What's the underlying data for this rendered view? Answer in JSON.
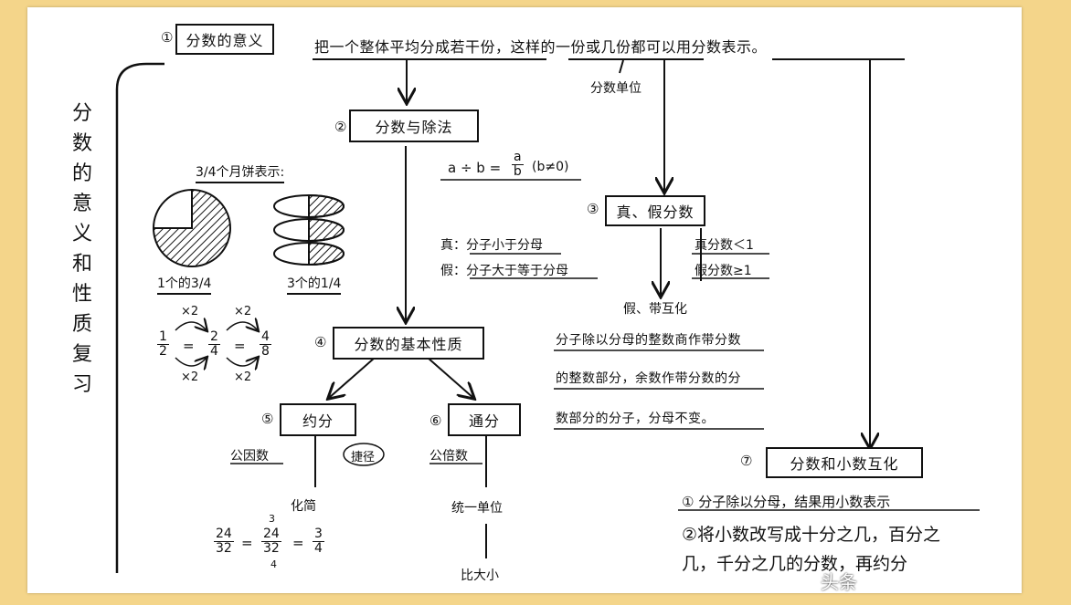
{
  "title_vertical": [
    "分",
    "数",
    "的",
    "意",
    "义",
    "和",
    "性",
    "质",
    "复",
    "习"
  ],
  "section1": {
    "num": "①",
    "label": "分数的意义",
    "definition": "把一个整体平均分成若干份，这样的一份或几份都可以用分数表示。",
    "unit_note": "分数单位"
  },
  "section2": {
    "num": "②",
    "label": "分数与除法",
    "formula": "a ÷ b = ",
    "formula_num": "a",
    "formula_den": "b",
    "formula_cond": "(b≠0)"
  },
  "mooncake": {
    "heading": "3/4个月饼表示:",
    "caption1": "1个的3/4",
    "caption2": "3个的1/4"
  },
  "equiv": {
    "f1_num": "1",
    "f1_den": "2",
    "f2_num": "2",
    "f2_den": "4",
    "f3_num": "4",
    "f3_den": "8",
    "eq": "=",
    "times_top1": "×2",
    "times_top2": "×2",
    "times_bot1": "×2",
    "times_bot2": "×2"
  },
  "section3": {
    "num": "③",
    "label": "真、假分数",
    "proper_def": "真：分子小于分母",
    "improper_def": "假：分子大于等于分母",
    "proper_rule": "真分数＜1",
    "improper_rule": "假分数≥1",
    "mixed_title": "假、带互化",
    "mixed_text": [
      "分子除以分母的整数商作带分数",
      "的整数部分，余数作带分数的分",
      "数部分的分子，分母不变。"
    ]
  },
  "section4": {
    "num": "④",
    "label": "分数的基本性质"
  },
  "section5": {
    "num": "⑤",
    "label": "约分",
    "gcd": "公因数",
    "shortcut": "捷径",
    "simplify": "化简",
    "ex_num": "24",
    "ex_den": "32",
    "ex_eq": "=",
    "ex_num2": "24",
    "ex_den2": "32",
    "ex_top": "3",
    "ex_bottom": "4",
    "ex_res_num": "3",
    "ex_res_den": "4"
  },
  "section6": {
    "num": "⑥",
    "label": "通分",
    "lcm": "公倍数",
    "unify": "统一单位",
    "compare": "比大小"
  },
  "section7": {
    "num": "⑦",
    "label": "分数和小数互化",
    "rule1": "① 分子除以分母，结果用小数表示",
    "rule2_line1": "②将小数改写成十分之几，百分之",
    "rule2_line2": "几，千分之几的分数，再约分"
  },
  "watermark": "头条"
}
